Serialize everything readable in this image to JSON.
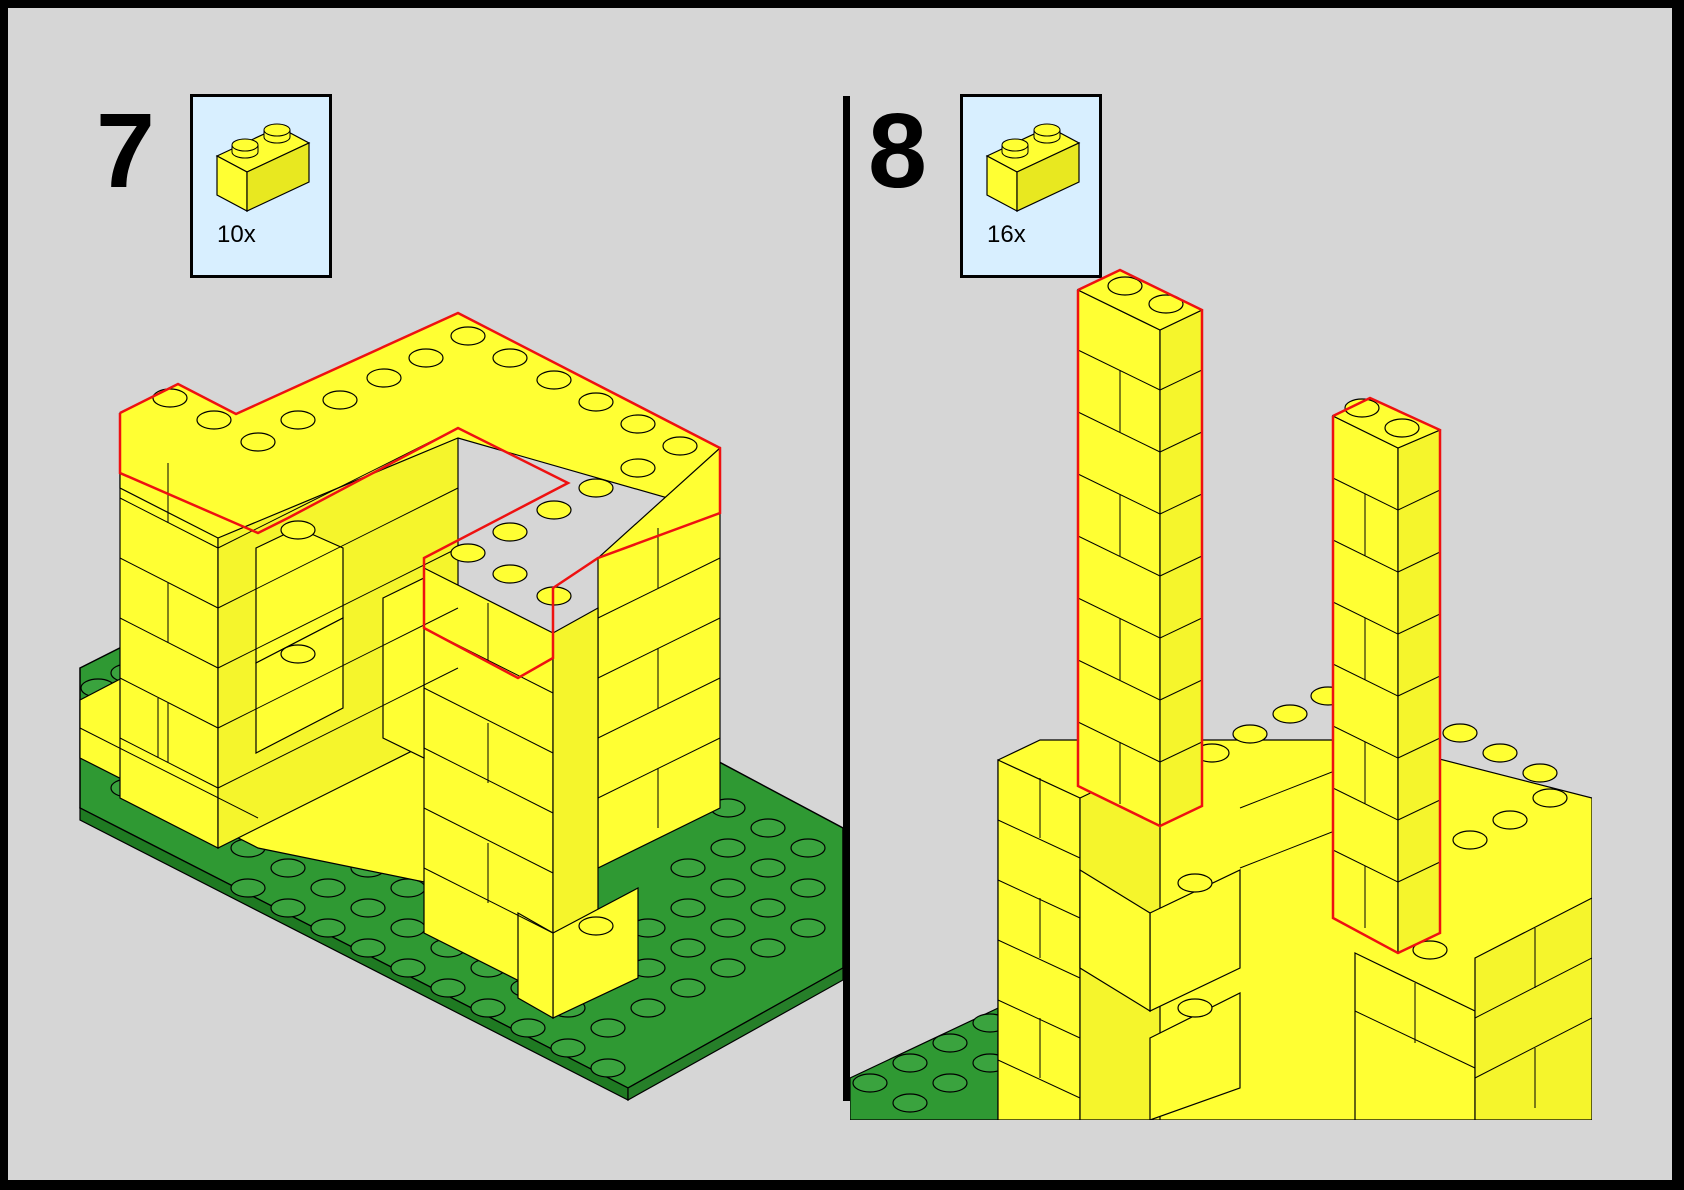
{
  "steps": [
    {
      "number": "7",
      "parts": [
        {
          "icon": "yellow-2x1-brick-icon",
          "quantity": "10x"
        }
      ]
    },
    {
      "number": "8",
      "parts": [
        {
          "icon": "yellow-2x1-brick-icon",
          "quantity": "16x"
        }
      ]
    }
  ],
  "colors": {
    "page_background": "#d6d6d6",
    "border": "#000000",
    "parts_box_background": "#d8efff",
    "brick_yellow": "#ffff33",
    "baseplate_green": "#339933",
    "new_part_outline": "#ee0000"
  }
}
